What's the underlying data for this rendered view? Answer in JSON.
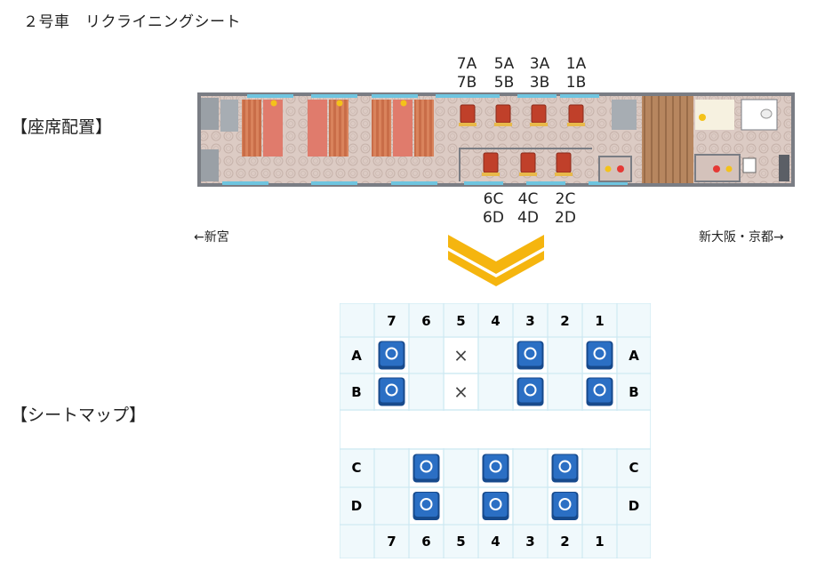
{
  "header": {
    "car_title": "２号車　リクライニングシート"
  },
  "sections": {
    "layout_label": "【座席配置】",
    "seatmap_label": "【シートマップ】"
  },
  "car_diagram": {
    "top_seat_labels": [
      {
        "line1": "7A",
        "line2": "7B"
      },
      {
        "line1": "5A",
        "line2": "5B"
      },
      {
        "line1": "3A",
        "line2": "3B"
      },
      {
        "line1": "1A",
        "line2": "1B"
      }
    ],
    "bottom_seat_labels": [
      {
        "line1": "6C",
        "line2": "6D"
      },
      {
        "line1": "4C",
        "line2": "4D"
      },
      {
        "line1": "2C",
        "line2": "2D"
      }
    ],
    "direction_left": "←新宮",
    "direction_right": "新大阪・京都→"
  },
  "seat_map": {
    "columns": [
      "7",
      "6",
      "5",
      "4",
      "3",
      "2",
      "1"
    ],
    "rows_top": [
      "A",
      "B"
    ],
    "rows_bottom": [
      "C",
      "D"
    ],
    "occupied_mark": "×",
    "available_symbol": "seat-available-icon",
    "seats": {
      "A": {
        "7": "available",
        "5": "occupied",
        "3": "available",
        "1": "available"
      },
      "B": {
        "7": "available",
        "5": "occupied",
        "3": "available",
        "1": "available"
      },
      "C": {
        "6": "available",
        "4": "available",
        "2": "available"
      },
      "D": {
        "6": "available",
        "4": "available",
        "2": "available"
      }
    },
    "colors": {
      "grid_bg": "#f0f9fc",
      "grid_line": "#c9e6f1",
      "seat_blue": "#2b6fc4",
      "seat_dark": "#174a8c"
    }
  }
}
